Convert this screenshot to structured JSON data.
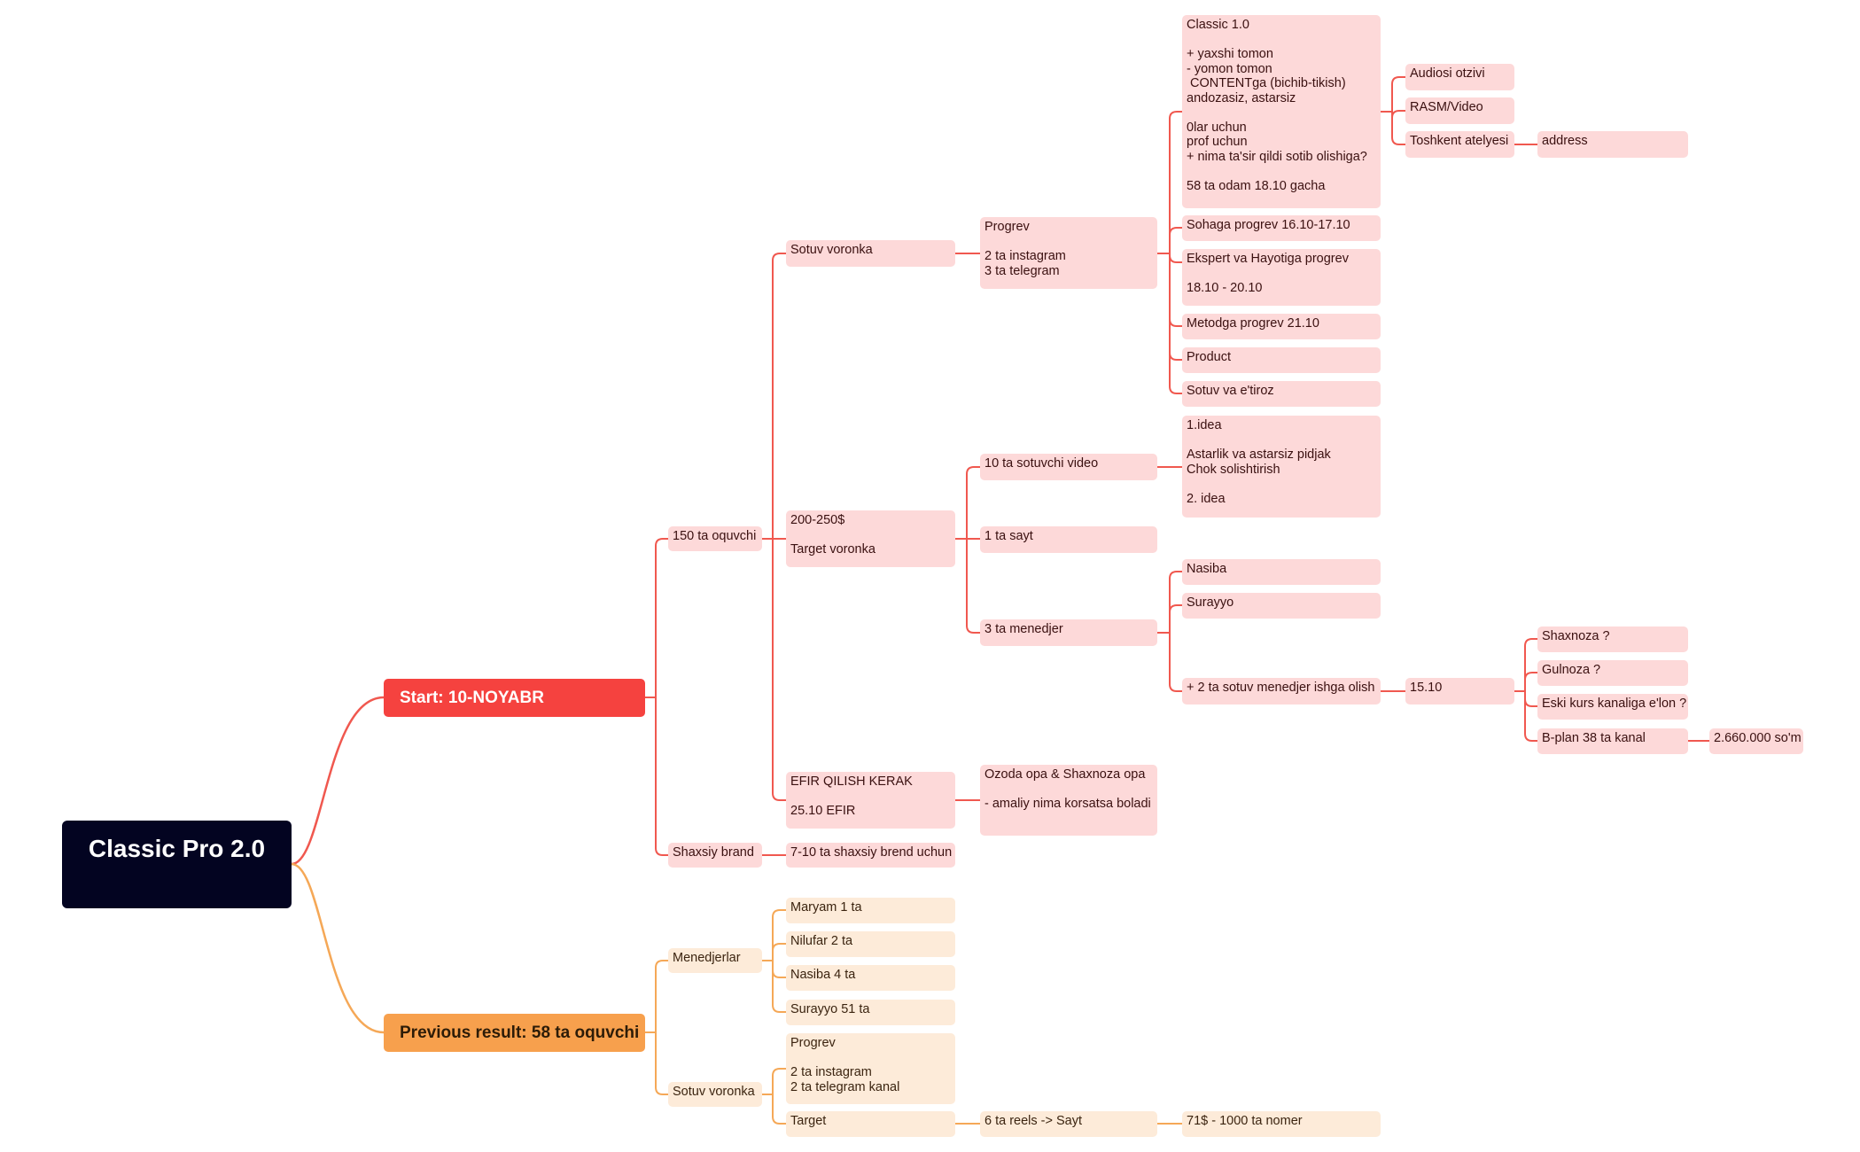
{
  "root": {
    "label": "Classic Pro 2.0"
  },
  "start": {
    "label": "Start: 10-NOYABR"
  },
  "previous": {
    "label": "Previous result: 58 ta oquvchi"
  },
  "nodes": {
    "oquvchi150": "150 ta oquvchi",
    "shaxsiy_brand": "Shaxsiy brand",
    "sotuv_voronka": "Sotuv voronka",
    "target_voronka": "200-250$\n\nTarget voronka",
    "efir": "EFIR QILISH KERAK\n\n25.10 EFIR",
    "shaxsiy_brend_uchun": "7-10 ta shaxsiy brend uchun",
    "progrev": "Progrev\n\n2 ta instagram\n3 ta telegram",
    "classic10": "Classic 1.0\n\n+ yaxshi tomon\n- yomon tomon\n CONTENTga (bichib-tikish)\nandozasiz, astarsiz\n\n0lar uchun\nprof uchun\n+ nima ta'sir qildi sotib olishiga?\n\n58 ta odam 18.10 gacha",
    "audiosi": "Audiosi otzivi",
    "rasm_video": "RASM/Video",
    "toshkent": "Toshkent atelyesi",
    "address": "address",
    "sohaga": "Sohaga progrev 16.10-17.10",
    "ekspert": "Ekspert va Hayotiga progrev\n\n18.10 - 20.10",
    "metodga": "Metodga progrev 21.10",
    "product": "Product",
    "sotuv_etiroz": "Sotuv va e'tiroz",
    "sotuvchi_video": "10 ta sotuvchi video",
    "ideas": "1.idea\n\nAstarlik va astarsiz pidjak\nChok solishtirish\n\n2. idea",
    "sayt": "1 ta sayt",
    "menedjer3": "3 ta menedjer",
    "nasiba": "Nasiba",
    "surayyo": "Surayyo",
    "plus2": "+ 2 ta sotuv menedjer ishga olish",
    "d1510": "15.10",
    "shaxnoza": "Shaxnoza ?",
    "gulnoza": "Gulnoza ?",
    "eski_kurs": "Eski kurs kanaliga e'lon ?",
    "bplan": "B-plan 38 ta kanal",
    "summa": "2.660.000 so'm",
    "ozoda": "Ozoda opa & Shaxnoza opa\n\n- amaliy nima korsatsa boladi",
    "menedjerlar": "Menedjerlar",
    "maryam": "Maryam 1 ta",
    "nilufar": "Nilufar 2 ta",
    "nasiba4": "Nasiba 4 ta",
    "surayyo51": "Surayyo 51 ta",
    "sotuv_voronka2": "Sotuv voronka",
    "progrev2": "Progrev\n\n2 ta instagram\n2 ta telegram kanal",
    "target": "Target",
    "reels": "6 ta reels -> Sayt",
    "nomer": "71$ - 1000 ta nomer"
  },
  "colors": {
    "root_bg": "#030421",
    "red_branch": "#f5423f",
    "red_line": "#f0584f",
    "red_node": "#fdd9d9",
    "orange_branch": "#f7a04d",
    "orange_line": "#f5a857",
    "orange_node": "#fdebd9"
  }
}
